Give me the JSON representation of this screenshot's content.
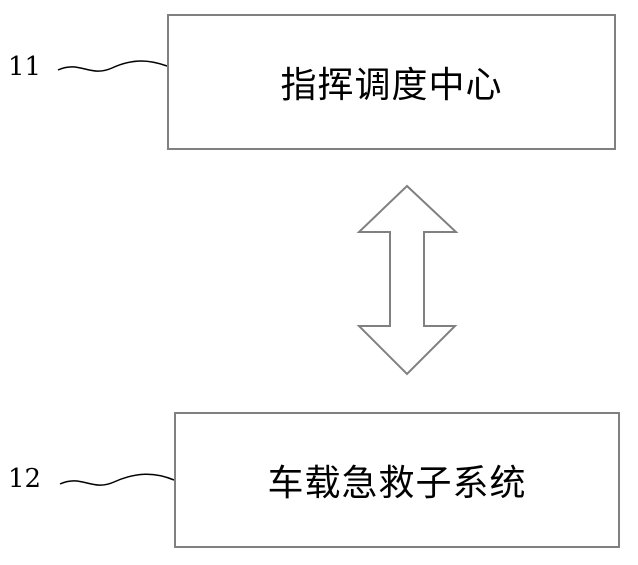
{
  "diagram": {
    "top_block": {
      "ref": "11",
      "label": "指挥调度中心"
    },
    "bottom_block": {
      "ref": "12",
      "label": "车载急救子系统"
    },
    "connector": {
      "type": "bidirectional-arrow",
      "from": "11",
      "to": "12"
    },
    "colors": {
      "box_border": "#808080",
      "arrow_stroke": "#808080",
      "text": "#000000",
      "background": "#ffffff"
    }
  }
}
